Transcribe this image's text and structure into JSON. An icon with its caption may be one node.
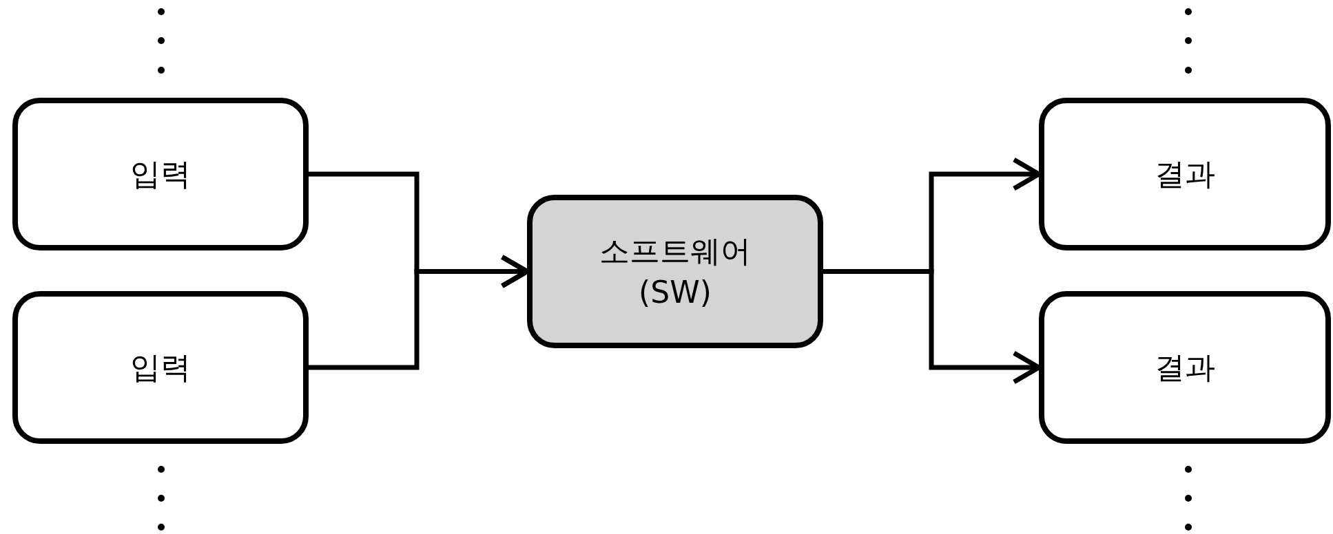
{
  "diagram": {
    "nodes": [
      {
        "text": [
          "입력"
        ]
      },
      {
        "text": [
          "입력"
        ]
      },
      {
        "text": [
          "소프트웨어 (SW)"
        ]
      },
      {
        "text": [
          "결과"
        ]
      },
      {
        "text": [
          "결과"
        ]
      }
    ],
    "edges": [
      {
        "from": 0,
        "to": 2,
        "arrow": "to"
      },
      {
        "from": 1,
        "to": 2,
        "arrow": "to"
      },
      {
        "from": 2,
        "to": 3,
        "arrow": "to"
      },
      {
        "from": 2,
        "to": 4,
        "arrow": "to"
      }
    ]
  }
}
